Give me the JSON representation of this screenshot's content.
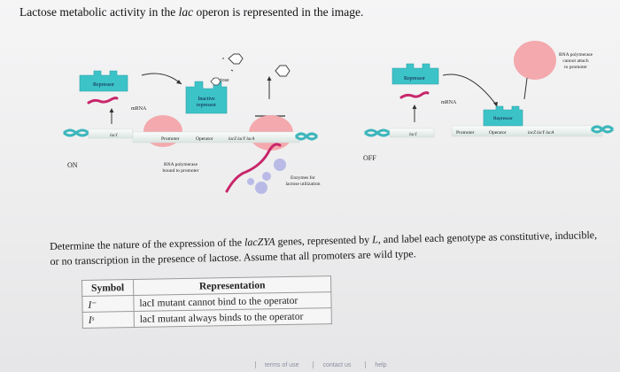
{
  "title": {
    "prefix": "Lactose metabolic activity in the ",
    "italic": "lac",
    "suffix": " operon is represented in the image."
  },
  "diagram": {
    "on": {
      "state_label": "ON",
      "repressor_label": "Repressor",
      "lactose_label": "Lactose",
      "inactive_repressor_label": [
        "Inactive",
        "repressor"
      ],
      "mrna_label": "mRNA",
      "laci_label": "lacI",
      "promoter_label": "Promoter",
      "operator_label": "Operator",
      "genes_label": "lacZ   lacY   lacA",
      "rna_pol_label": [
        "RNA polymerase",
        "bound to promoter"
      ],
      "enzymes_label": [
        "Enzymes for",
        "lactose utilization"
      ]
    },
    "off": {
      "state_label": "OFF",
      "repressor_label": "Repressor",
      "mrna_label": "mRNA",
      "laci_label": "lacI",
      "repressor_bound_label": "Repressor",
      "promoter_label": "Promoter",
      "operator_label": "Operator",
      "genes_label": "lacZ    lacY    lacA",
      "rna_pol_label": [
        "RNA polymerase",
        "cannot attach",
        "to promoter"
      ]
    }
  },
  "question": {
    "p1": "Determine the nature of the expression of the ",
    "p1_italic": "lacZYA",
    "p2": " genes, represented by ",
    "p2_italic": "L",
    "p3": ", and label each genotype as constitutive, inducible, or no transcription in the presence of lactose. Assume that all promoters are wild type."
  },
  "table": {
    "headers": [
      "Symbol",
      "Representation"
    ],
    "rows": [
      {
        "symbol": "I⁻",
        "representation": "lacI mutant cannot bind to the operator"
      },
      {
        "symbol": "Iˢ",
        "representation": "lacI mutant always binds to the operator"
      }
    ]
  },
  "footer": [
    "terms of use",
    "contact us",
    "help"
  ],
  "colors": {
    "repressor": "#3cc3c8",
    "dna_stripe": "#e8f0ee",
    "mrna": "#c8266a",
    "rna_polymerase": "#f3a9ad",
    "enzymes": "#b9bbe6"
  }
}
